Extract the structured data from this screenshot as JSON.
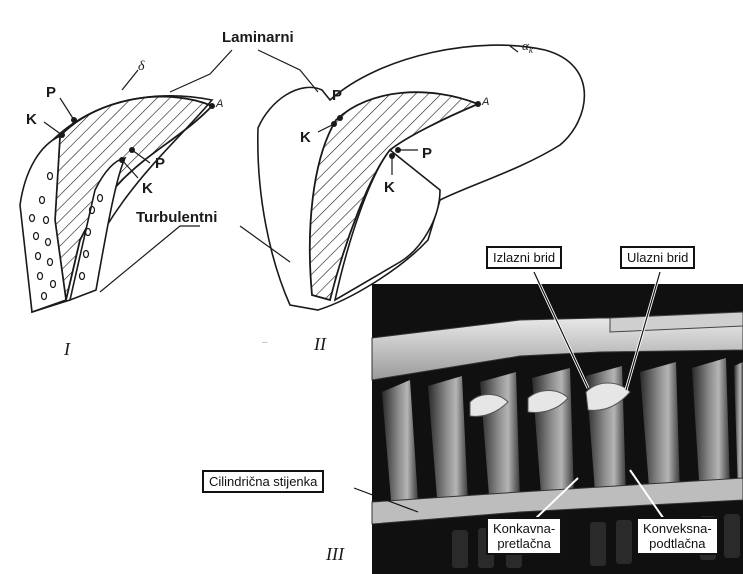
{
  "labels": {
    "laminarni": "Laminarni",
    "turbulentni": "Turbulentni",
    "delta": "δ",
    "alpha": "α",
    "alpha_sub": "k",
    "roman_1": "I",
    "roman_2": "II",
    "roman_3": "III",
    "point_p": "P",
    "point_k": "K",
    "point_a": "A"
  },
  "photo_labels": {
    "izlazni_brid": "Izlazni brid",
    "ulazni_brid": "Ulazni brid",
    "cilindricna_stijenka": "Cilindrična stijenka",
    "konkavna_line1": "Konkavna-",
    "konkavna_line2": "pretlačna",
    "konveksna_line1": "Konveksna-",
    "konveksna_line2": "podtlačna"
  },
  "colors": {
    "ink": "#1a1a1a",
    "photo_dark": "#101010",
    "photo_mid": "#6e6e6e",
    "photo_light": "#d6d6d6"
  }
}
